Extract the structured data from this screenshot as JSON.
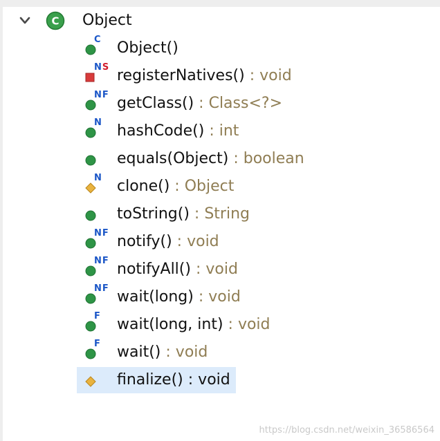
{
  "tree": {
    "root": {
      "label": "Object",
      "icon": "class-icon",
      "icon_letter": "C",
      "expanded": true
    },
    "members": [
      {
        "signature": "Object()",
        "separator": "",
        "return_type": "",
        "visibility": "public",
        "modifiers": "C",
        "icon": "public-constructor-icon"
      },
      {
        "signature": "registerNatives()",
        "separator": " : ",
        "return_type": "void",
        "visibility": "private",
        "modifiers": "NS",
        "icon": "private-method-icon"
      },
      {
        "signature": "getClass()",
        "separator": " : ",
        "return_type": "Class<?>",
        "visibility": "public",
        "modifiers": "NF",
        "icon": "public-method-icon"
      },
      {
        "signature": "hashCode()",
        "separator": " : ",
        "return_type": "int",
        "visibility": "public",
        "modifiers": "N",
        "icon": "public-method-icon"
      },
      {
        "signature": "equals(Object)",
        "separator": " : ",
        "return_type": "boolean",
        "visibility": "public",
        "modifiers": "",
        "icon": "public-method-icon"
      },
      {
        "signature": "clone()",
        "separator": " : ",
        "return_type": "Object",
        "visibility": "protected",
        "modifiers": "N",
        "icon": "protected-method-icon"
      },
      {
        "signature": "toString()",
        "separator": " : ",
        "return_type": "String",
        "visibility": "public",
        "modifiers": "",
        "icon": "public-method-icon"
      },
      {
        "signature": "notify()",
        "separator": " : ",
        "return_type": "void",
        "visibility": "public",
        "modifiers": "NF",
        "icon": "public-method-icon"
      },
      {
        "signature": "notifyAll()",
        "separator": " : ",
        "return_type": "void",
        "visibility": "public",
        "modifiers": "NF",
        "icon": "public-method-icon"
      },
      {
        "signature": "wait(long)",
        "separator": " : ",
        "return_type": "void",
        "visibility": "public",
        "modifiers": "NF",
        "icon": "public-method-icon"
      },
      {
        "signature": "wait(long, int)",
        "separator": " : ",
        "return_type": "void",
        "visibility": "public",
        "modifiers": "F",
        "icon": "public-method-icon"
      },
      {
        "signature": "wait()",
        "separator": " : ",
        "return_type": "void",
        "visibility": "public",
        "modifiers": "F",
        "icon": "public-method-icon"
      },
      {
        "signature": "finalize()",
        "separator": " : ",
        "return_type": "void",
        "visibility": "protected",
        "modifiers": "",
        "icon": "protected-method-icon",
        "selected": true
      }
    ]
  },
  "watermark": "https://blog.csdn.net/weixin_36586564",
  "colors": {
    "public": "#2e9446",
    "private": "#d83b3b",
    "protected": "#e9b33f",
    "modifier": "#1b56c7",
    "static_modifier": "#d11c2c",
    "return_type": "#8f7d53",
    "selection": "#dcebfb",
    "class_icon": "#3aa04c"
  }
}
